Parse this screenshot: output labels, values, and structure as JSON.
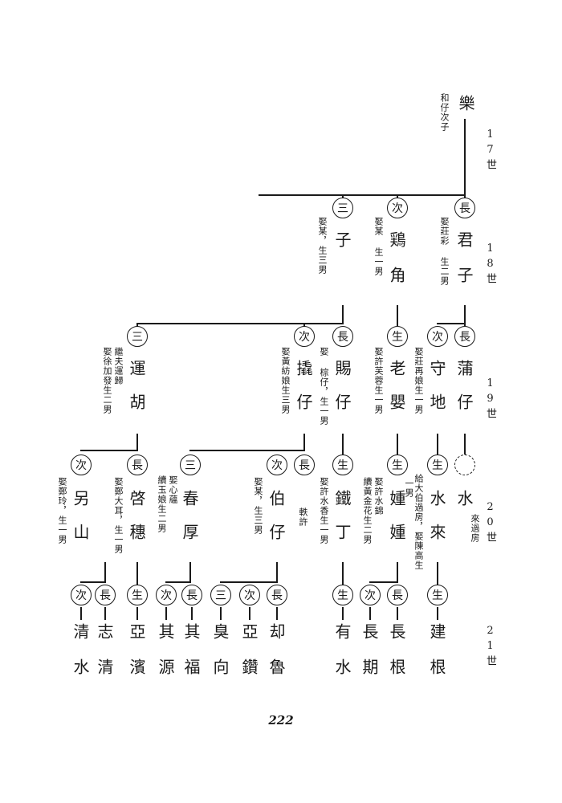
{
  "generations": {
    "g17": "17世",
    "g18": "18世",
    "g19": "19世",
    "g20": "20世",
    "g21": "21世"
  },
  "root": {
    "name": "樂",
    "note": "和仔次子"
  },
  "gen18": [
    {
      "mark": "長",
      "name": "君子",
      "note": "娶莊彩 生二男"
    },
    {
      "mark": "次",
      "name": "鶏角",
      "note": "娶某 生一男"
    },
    {
      "mark": "三",
      "name": "子",
      "note": "娶某，生三男"
    }
  ],
  "gen19": [
    {
      "mark": "長",
      "name": "蒲仔",
      "note": ""
    },
    {
      "mark": "次",
      "name": "守地",
      "note": "娶莊再娘生一男"
    },
    {
      "mark": "生",
      "name": "老嬰",
      "note": "娶許芙蓉生一男"
    },
    {
      "mark": "長",
      "name": "賜仔",
      "note": "娶 棕仔，生一男"
    },
    {
      "mark": "次",
      "name": "撬仔",
      "note": "娶黃紡娘生三男"
    },
    {
      "mark": "三",
      "name": "運胡",
      "note": "繼夫運歸",
      "note2": "娶徐加發生二男"
    }
  ],
  "gen20": [
    {
      "mark": "",
      "name": "水",
      "note": "來過房"
    },
    {
      "mark": "生",
      "name": "水來",
      "note": "給大伯過房，娶陳高生",
      "note2": "一男"
    },
    {
      "mark": "生",
      "name": "媑媑",
      "note": "娶許水錦",
      "note2": "續黃金花生二男"
    },
    {
      "mark": "生",
      "name": "鐵丁",
      "note": "娶許水香生一男"
    },
    {
      "mark": "長",
      "name": "",
      "note": "軼許"
    },
    {
      "mark": "次",
      "name": "伯仔",
      "note": "娶某，生三男"
    },
    {
      "mark": "三",
      "name": "春厚",
      "note": "娶心蘊",
      "note2": "續玉娘生二男"
    },
    {
      "mark": "長",
      "name": "啓穗",
      "note": "娶鄭大耳，生一男"
    },
    {
      "mark": "次",
      "name": "另山",
      "note": "娶鄭玲，生一男"
    }
  ],
  "gen21": [
    {
      "mark": "生",
      "name": "建根"
    },
    {
      "mark": "長",
      "name": "長根"
    },
    {
      "mark": "次",
      "name": "長期"
    },
    {
      "mark": "生",
      "name": "有水"
    },
    {
      "mark": "長",
      "name": "却魯"
    },
    {
      "mark": "次",
      "name": "亞鑽"
    },
    {
      "mark": "三",
      "name": "臭向"
    },
    {
      "mark": "長",
      "name": "其福"
    },
    {
      "mark": "次",
      "name": "其源"
    },
    {
      "mark": "生",
      "name": "亞濱"
    },
    {
      "mark": "長",
      "name": "志清"
    },
    {
      "mark": "次",
      "name": "清水"
    }
  ],
  "page_number": "222"
}
